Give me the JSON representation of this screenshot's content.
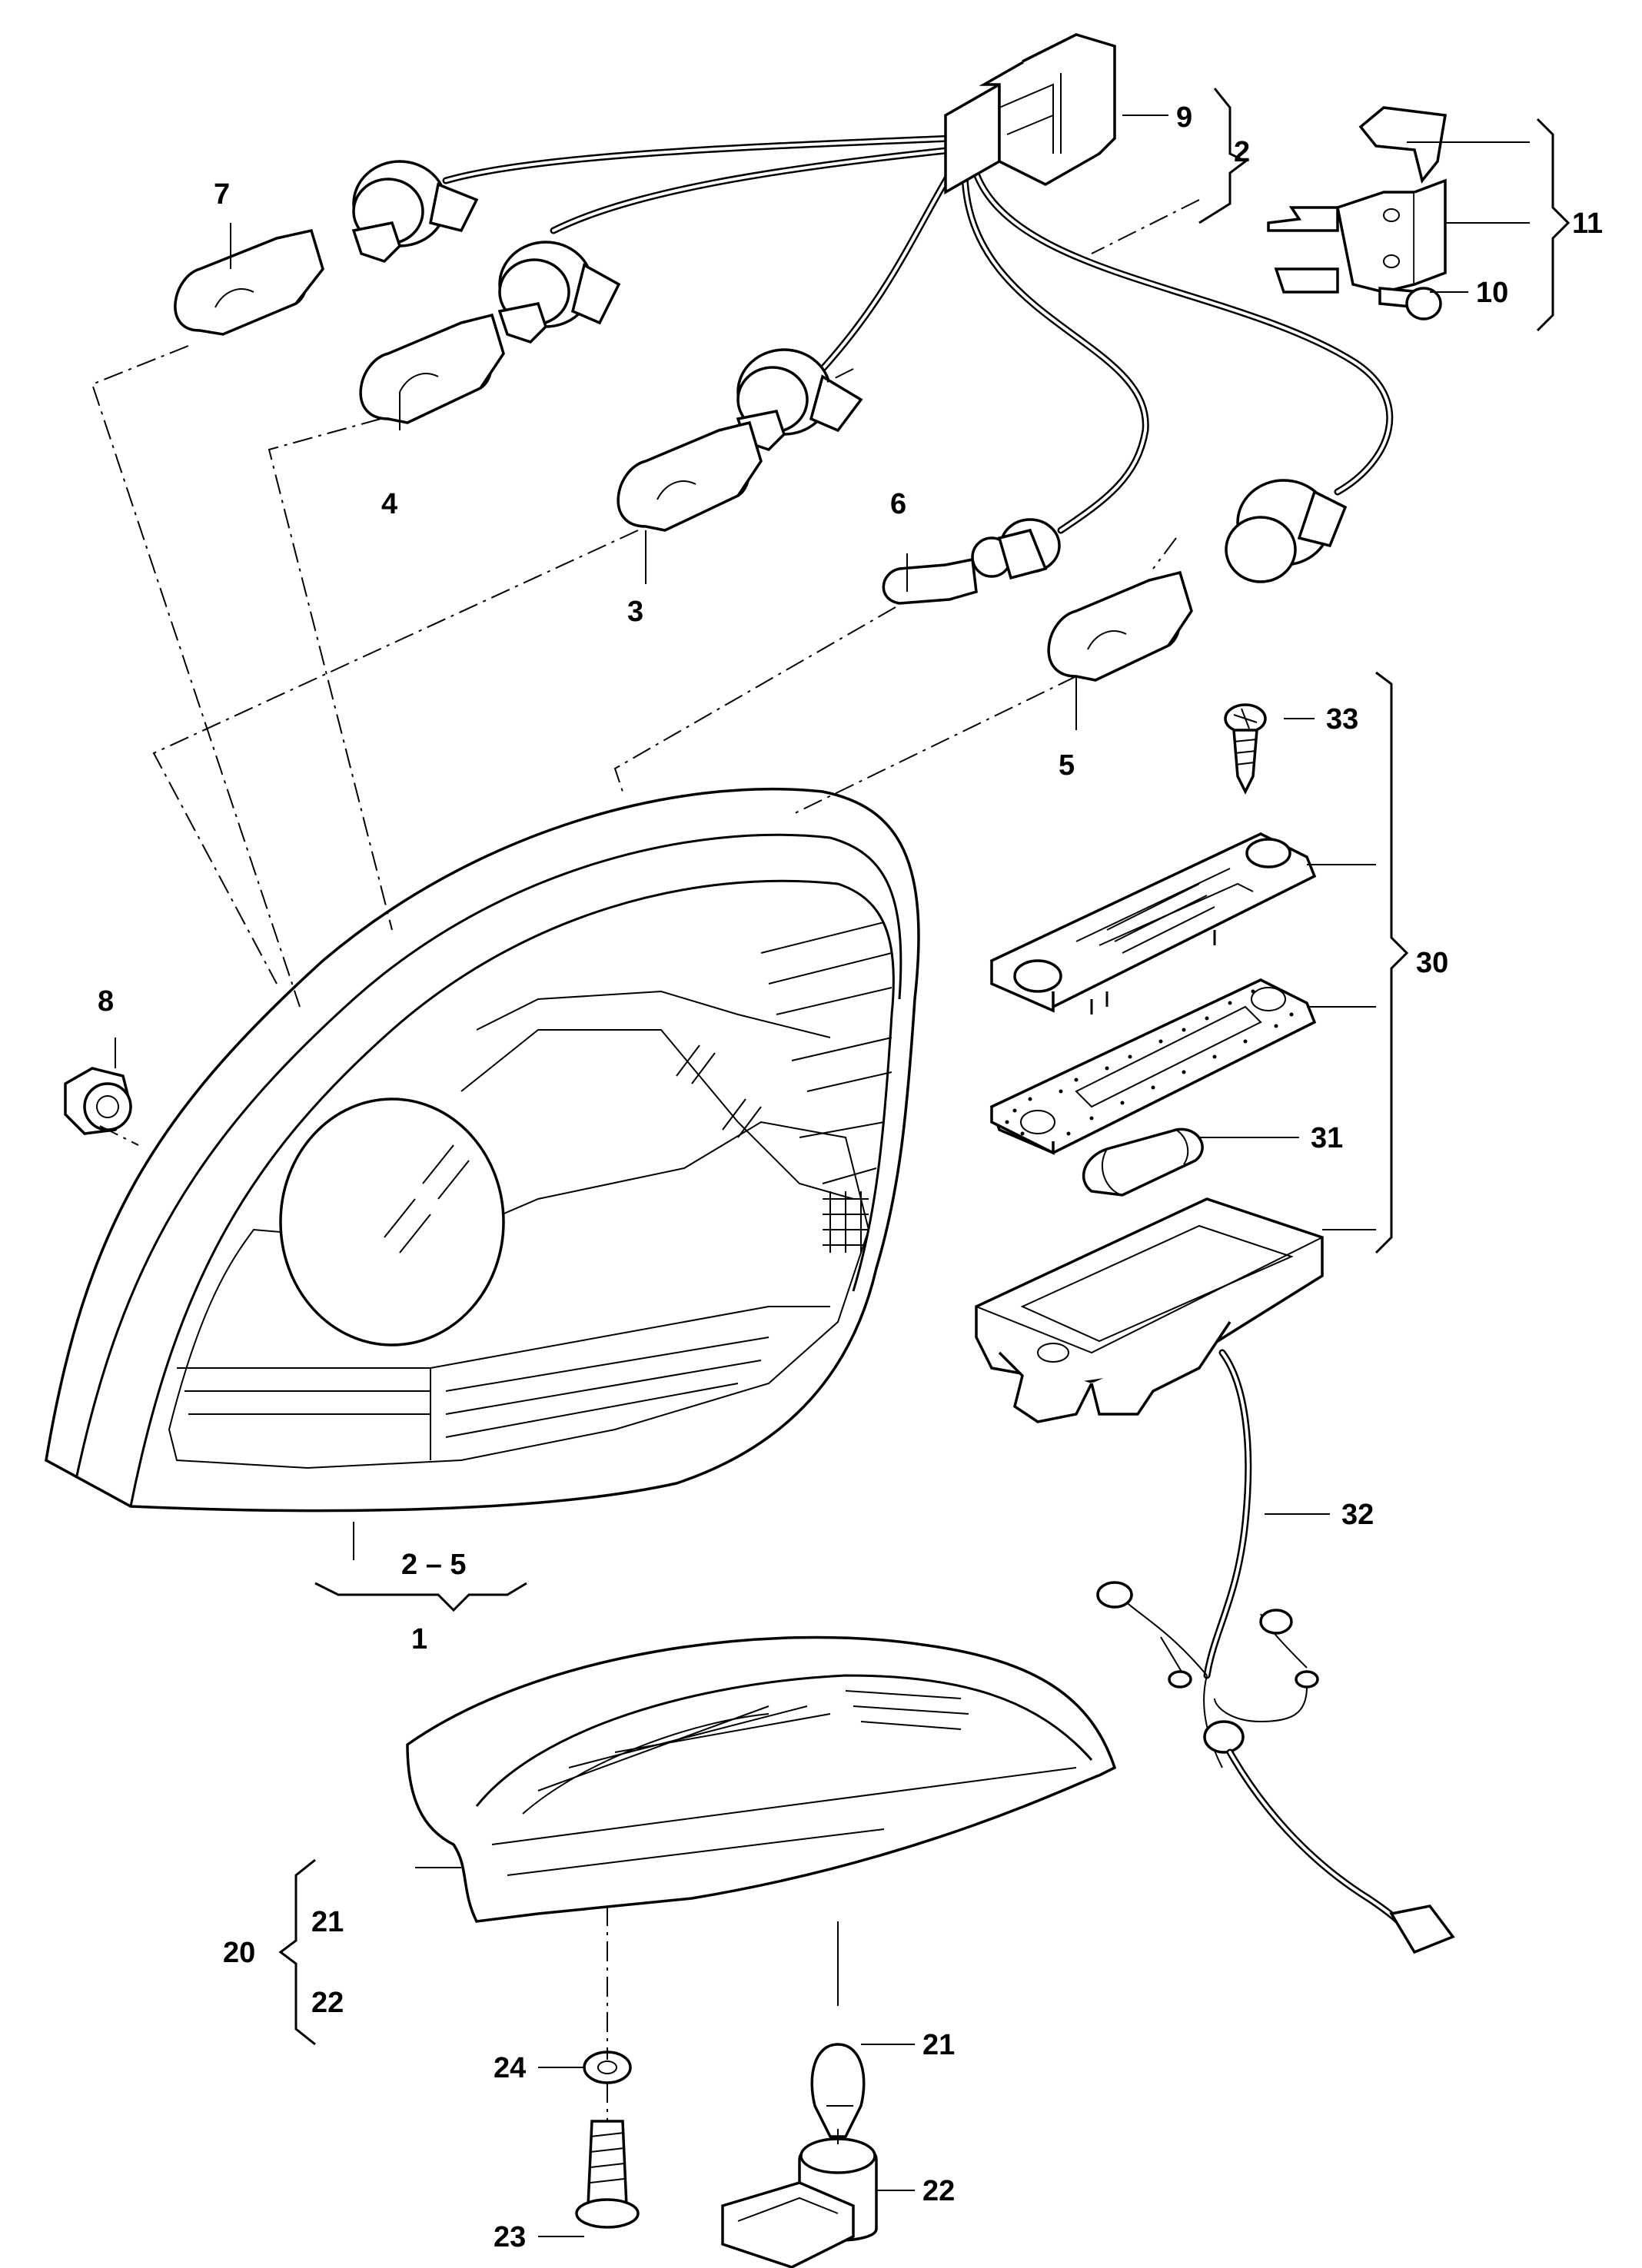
{
  "labels": {
    "n1": "1",
    "n2": "2",
    "n2_5": "2 – 5",
    "n3": "3",
    "n4": "4",
    "n5": "5",
    "n6": "6",
    "n7": "7",
    "n8": "8",
    "n9": "9",
    "n10": "10",
    "n11": "11",
    "n20": "20",
    "n21a": "21",
    "n21b": "21",
    "n22a": "22",
    "n22b": "22",
    "n23": "23",
    "n24": "24",
    "n30": "30",
    "n31": "31",
    "n32": "32",
    "n33": "33"
  }
}
